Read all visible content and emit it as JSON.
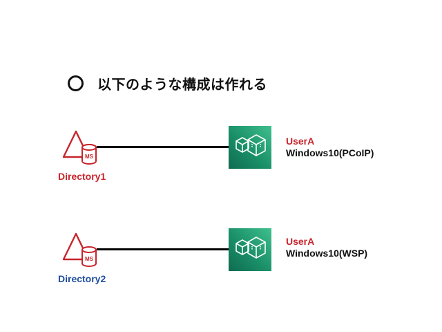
{
  "title": {
    "text": "以下のような構成は作れる"
  },
  "rows": [
    {
      "directory_label": "Directory1",
      "directory_label_color": "#c7252c",
      "directory_badge": "MS",
      "user": "UserA",
      "os": "Windows10(PCoIP)"
    },
    {
      "directory_label": "Directory2",
      "directory_label_color": "#1f4e9e",
      "directory_badge": "MS",
      "user": "UserA",
      "os": "Windows10(WSP)"
    }
  ],
  "colors": {
    "directory_icon": "#c7252c",
    "user_label": "#c7252c",
    "workspace_tile_dark": "#0f6b50",
    "workspace_tile_light": "#3fc08e"
  },
  "icons": {
    "title_mark": "circle-icon",
    "directory": "directory-service-icon",
    "workspace": "workspaces-icon"
  }
}
